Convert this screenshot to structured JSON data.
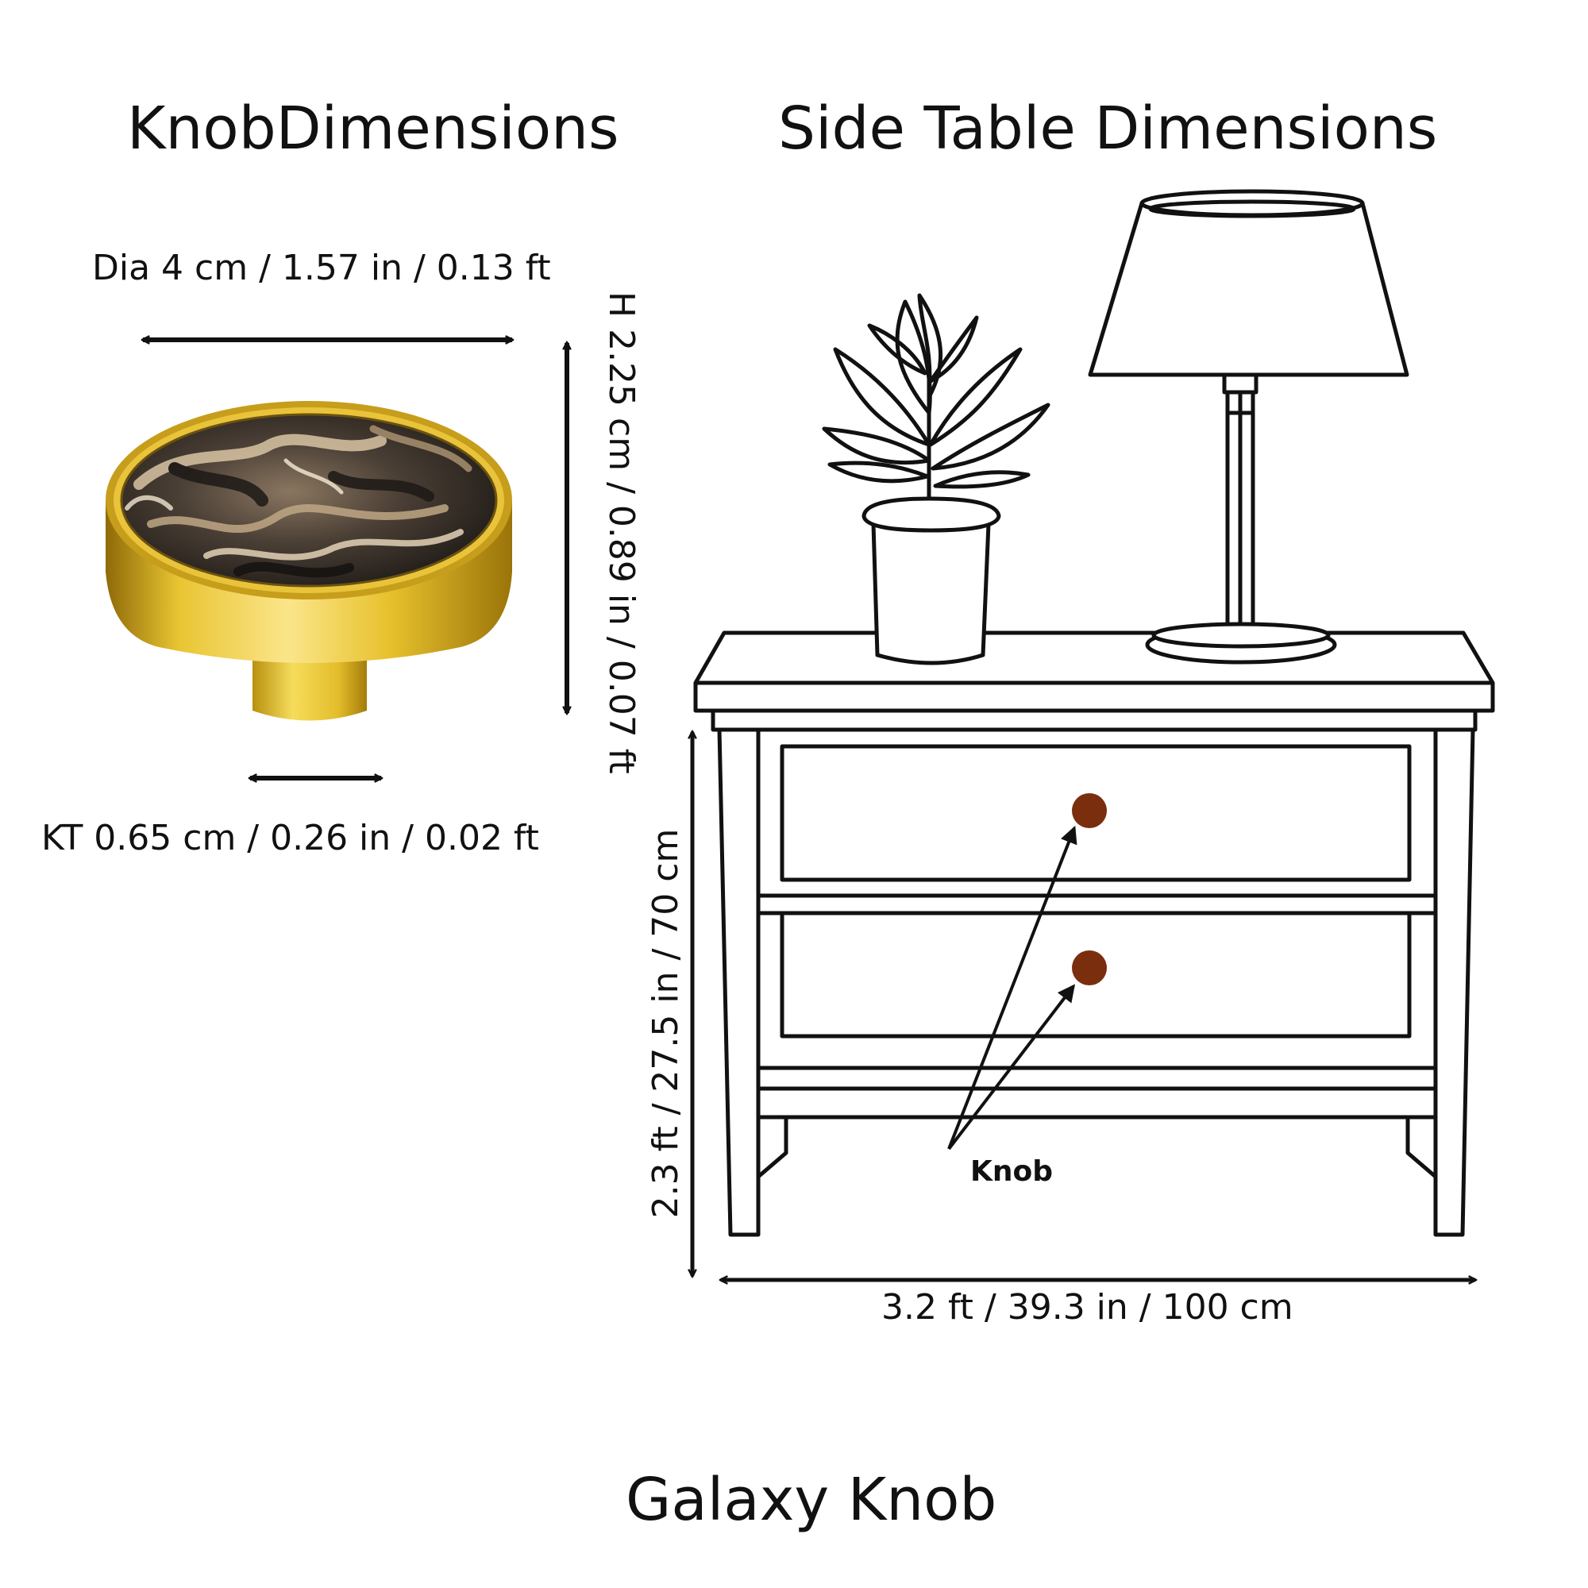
{
  "titles": {
    "knob": "KnobDimensions",
    "table": "Side Table Dimensions",
    "product": "Galaxy Knob"
  },
  "knob_dims": {
    "diameter": "Dia 4 cm / 1.57 in / 0.13 ft",
    "height": "H 2.25 cm / 0.89 in / 0.07 ft",
    "thickness": "KT 0.65 cm / 0.26 in / 0.02 ft"
  },
  "table_dims": {
    "height": "2.3 ft / 27.5 in / 70 cm",
    "width": "3.2 ft / 39.3 in / 100 cm"
  },
  "callout": {
    "knob": "Knob"
  },
  "colors": {
    "ink": "#111111",
    "knob_dot": "#7a2e0e",
    "brass_light": "#f3d64a",
    "brass_dark": "#a97e10",
    "marble_dark": "#2b2622",
    "marble_light": "#cdb89a"
  }
}
